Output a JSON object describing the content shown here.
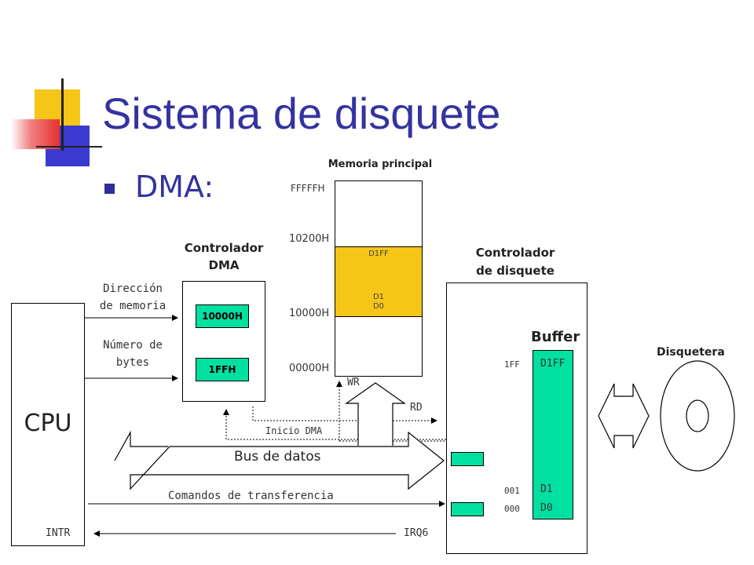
{
  "slide": {
    "title": "Sistema de disquete",
    "bullet": "DMA:"
  },
  "memory": {
    "heading": "Memoria principal",
    "addr_top": "FFFFFH",
    "addr_10200": "10200H",
    "addr_10000": "10000H",
    "addr_00000": "00000H",
    "block_top": "D1FF",
    "block_d1": "D1",
    "block_d0": "D0",
    "wr": "WR"
  },
  "dma": {
    "heading_line1": "Controlador",
    "heading_line2": "DMA",
    "reg_address": "10000H",
    "reg_count": "1FFH",
    "label_addr_line1": "Dirección",
    "label_addr_line2": "de memoria",
    "label_count_line1": "Número de",
    "label_count_line2": "bytes"
  },
  "disk_controller": {
    "heading_line1": "Controlador",
    "heading_line2": "de disquete",
    "buffer_label": "Buffer",
    "idx_top": "1FF",
    "idx_001": "001",
    "idx_000": "000",
    "buf_top": "D1FF",
    "buf_d1": "D1",
    "buf_d0": "D0"
  },
  "drive": {
    "label": "Disquetera"
  },
  "cpu": {
    "label": "CPU",
    "intr": "INTR"
  },
  "signals": {
    "rd": "RD",
    "inicio_dma": "Inicio DMA",
    "bus_datos": "Bus de datos",
    "comandos": "Comandos de transferencia",
    "irq6": "IRQ6"
  },
  "colors": {
    "title": "#3333a0",
    "memory_block": "#f5c518",
    "register": "#00e0a0",
    "logo_yellow": "#f5c518",
    "logo_red": "#e83030",
    "logo_blue": "#3a3ad0"
  }
}
